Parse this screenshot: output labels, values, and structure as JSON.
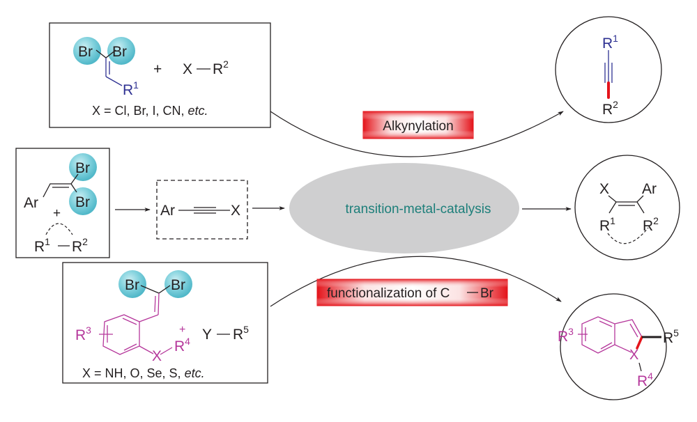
{
  "colors": {
    "line": "#231f20",
    "bromine_sphere": "#6ccbd8",
    "r1_blue": "#2e3192",
    "substituent_magenta": "#b5379b",
    "new_bond_red": "#e4141b",
    "catalyst_ellipse": "#cfcfd0",
    "catalyst_text": "#1d7f7a",
    "label_box_red": "#e4141b"
  },
  "top_reactants": {
    "br_left": "Br",
    "br_right": "Br",
    "r1": "R",
    "r1_sup": "1",
    "plus": "+",
    "x": "X",
    "r2": "R",
    "r2_sup": "2",
    "caption_main": "X = Cl, Br, I, CN, ",
    "caption_italic": "etc."
  },
  "mid_reactants": {
    "ar": "Ar",
    "br_top": "Br",
    "br_bottom": "Br",
    "plus": "+",
    "r1": "R",
    "r1_sup": "1",
    "r2": "R",
    "r2_sup": "2"
  },
  "intermediate": {
    "ar": "Ar",
    "x": "X"
  },
  "catalyst": {
    "label": "transition-metal-catalysis"
  },
  "labels": {
    "alkynylation": "Alkynylation",
    "functionalization": "functionalization of C",
    "functionalization_tail": "Br"
  },
  "product_alkyne": {
    "r1": "R",
    "r1_sup": "1",
    "r2": "R",
    "r2_sup": "2"
  },
  "product_alkene": {
    "x": "X",
    "ar": "Ar",
    "r1": "R",
    "r1_sup": "1",
    "r2": "R",
    "r2_sup": "2"
  },
  "bottom_reactants": {
    "br_left": "Br",
    "br_right": "Br",
    "r3": "R",
    "r3_sup": "3",
    "x": "X",
    "r4": "R",
    "r4_sup": "4",
    "plus": "+",
    "y": "Y",
    "r5": "R",
    "r5_sup": "5",
    "caption_main": "X = NH, O, Se, S, ",
    "caption_italic": "etc."
  },
  "product_heterocycle": {
    "r3": "R",
    "r3_sup": "3",
    "x": "X",
    "r4": "R",
    "r4_sup": "4",
    "r5": "R",
    "r5_sup": "5"
  }
}
